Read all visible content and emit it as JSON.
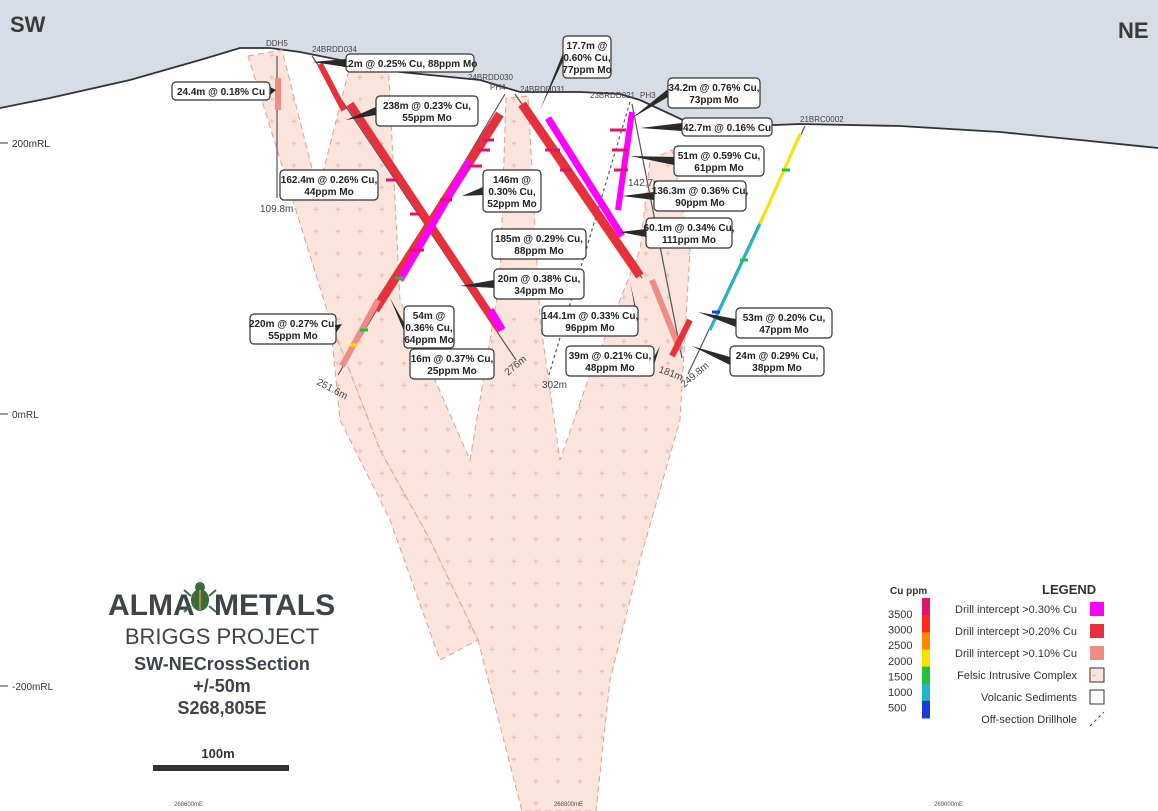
{
  "corners": {
    "sw": "SW",
    "ne": "NE"
  },
  "mrl_labels": [
    {
      "text": "200mRL"
    },
    {
      "text": "0mRL"
    },
    {
      "text": "-200mRL"
    }
  ],
  "hole_labels": [
    "DDH5",
    "24BRDD034",
    "24BRDD030",
    "PH4",
    "24BRDD031",
    "23BRDD021",
    "PH3",
    "21BRC0002"
  ],
  "depths": [
    "109.8m",
    "251.6m",
    "276m",
    "302m",
    "181m",
    "249.8m",
    "142.7m"
  ],
  "callouts": [
    {
      "lines": [
        "12m @ 0.25% Cu, 88ppm Mo"
      ]
    },
    {
      "lines": [
        "24.4m @ 0.18% Cu"
      ]
    },
    {
      "lines": [
        "238m @ 0.23% Cu,",
        "55ppm Mo"
      ]
    },
    {
      "lines": [
        "17.7m @",
        "0.60% Cu,",
        "77ppm Mo"
      ]
    },
    {
      "lines": [
        "34.2m @ 0.76% Cu,",
        "73ppm Mo"
      ]
    },
    {
      "lines": [
        "42.7m @ 0.16% Cu"
      ]
    },
    {
      "lines": [
        "51m @ 0.59% Cu,",
        "61ppm Mo"
      ]
    },
    {
      "lines": [
        "162.4m @ 0.26% Cu,",
        "44ppm Mo"
      ]
    },
    {
      "lines": [
        "146m @",
        "0.30% Cu,",
        "52ppm Mo"
      ]
    },
    {
      "lines": [
        "136.3m @ 0.36% Cu,",
        "90ppm Mo"
      ]
    },
    {
      "lines": [
        "60.1m @ 0.34% Cu,",
        "111ppm Mo"
      ]
    },
    {
      "lines": [
        "185m @ 0.29% Cu,",
        "88ppm Mo"
      ]
    },
    {
      "lines": [
        "20m @ 0.38% Cu,",
        "34ppm Mo"
      ]
    },
    {
      "lines": [
        "220m @ 0.27% Cu,",
        "55ppm Mo"
      ]
    },
    {
      "lines": [
        "54m @",
        "0.36% Cu,",
        "64ppm Mo"
      ]
    },
    {
      "lines": [
        "144.1m @ 0.33% Cu,",
        "96ppm Mo"
      ]
    },
    {
      "lines": [
        "53m @ 0.20% Cu,",
        "47ppm Mo"
      ]
    },
    {
      "lines": [
        "16m @ 0.37% Cu,",
        "25ppm Mo"
      ]
    },
    {
      "lines": [
        "39m @ 0.21% Cu,",
        "48ppm Mo"
      ]
    },
    {
      "lines": [
        "24m @ 0.29% Cu,",
        "38ppm Mo"
      ]
    }
  ],
  "title_block": {
    "logo_left": "ALMA",
    "logo_right": "METALS",
    "project": "BRIGGS PROJECT",
    "section": "SW-NECrossSection",
    "width": "+/-50m",
    "coordinate": "S268,805E"
  },
  "scale_bar": {
    "label": "100m"
  },
  "easting_ticks": [
    "268600mE",
    "268800mE",
    "269000mE"
  ],
  "cu_scale": {
    "title": "Cu ppm",
    "values": [
      "3500",
      "3000",
      "2500",
      "2000",
      "1500",
      "1000",
      "500"
    ],
    "colors": [
      "#e0156a",
      "#ff2a1a",
      "#ff8800",
      "#ffe000",
      "#22c23a",
      "#22b5c8",
      "#1a3cd8"
    ]
  },
  "legend": {
    "title": "LEGEND",
    "items": [
      {
        "label": "Drill intercept >0.30% Cu",
        "color": "#ff00ff"
      },
      {
        "label": "Drill intercept >0.20% Cu",
        "color": "#e8303a"
      },
      {
        "label": "Drill intercept >0.10% Cu",
        "color": "#f08c84"
      },
      {
        "label": "Felsic Intrusive Complex",
        "color": "#fbe4dc"
      },
      {
        "label": "Volcanic Sediments",
        "color": "#ffffff"
      },
      {
        "label": "Off-section Drillhole",
        "color": "#444444"
      }
    ]
  },
  "colors": {
    "sky": "#d7dde6",
    "intrusive_fill": "#fbe4dc",
    "intrusive_edge": "#e0a090",
    "magenta": "#ff00ff",
    "red": "#e8303a",
    "pink": "#f08c84",
    "callout_pointer": "#2a2a2a"
  }
}
